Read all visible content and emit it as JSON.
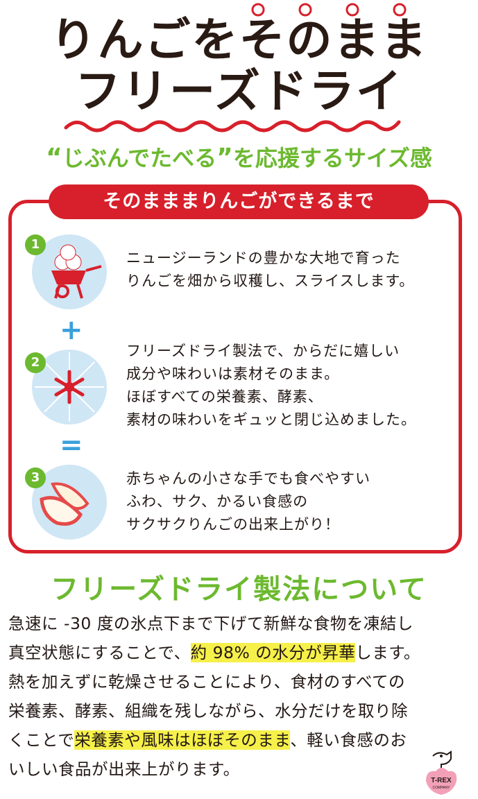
{
  "header": {
    "title_line1": "りんごをそのまま",
    "title_line2": "フリーズドライ",
    "subtitle_q_open": "“",
    "subtitle_a": "じぶんでたべる",
    "subtitle_q_close": "”",
    "subtitle_b": "を応援するサイズ感"
  },
  "process": {
    "banner": "そのまままりんごができるまで",
    "steps": [
      {
        "number": "1",
        "icon": "wheelbarrow-apples-icon",
        "lines": [
          "ニュージーランドの豊かな大地で育った",
          "りんごを畑から収穫し、スライスします。"
        ]
      },
      {
        "number": "2",
        "icon": "snowflake-icon",
        "lines": [
          "フリーズドライ製法で、からだに嬉しい",
          "成分や味わいは素材そのまま。",
          "ほぼすべての栄養素、酵素、",
          "素材の味わいをギュッと閉じ込めました。"
        ]
      },
      {
        "number": "3",
        "icon": "apple-slice-icon",
        "lines": [
          "赤ちゃんの小さな手でも食べやすい",
          "ふわ、サク、かるい食感の",
          "サクサクりんごの出来上がり！"
        ]
      }
    ],
    "plus": "+",
    "equals": "="
  },
  "about": {
    "heading": "フリーズドライ製法について",
    "lines": [
      {
        "parts": [
          {
            "t": "急速に -30 度の氷点下まで下げて新鮮な食物を凍結し"
          }
        ]
      },
      {
        "parts": [
          {
            "t": "真空状態にすることで、"
          },
          {
            "t": "約 98% の水分が昇華",
            "hl": true
          },
          {
            "t": "します。"
          }
        ]
      },
      {
        "parts": [
          {
            "t": "熱を加えずに乾燥させることにより、食材のすべての"
          }
        ]
      },
      {
        "parts": [
          {
            "t": "栄養素、酵素、組織を残しながら、水分だけを取り除"
          }
        ]
      },
      {
        "parts": [
          {
            "t": "くことで"
          },
          {
            "t": "栄養素や風味はほぼそのまま",
            "hl": true
          },
          {
            "t": "、軽い食感のお"
          }
        ]
      },
      {
        "parts": [
          {
            "t": "いしい食品が出来上がります。"
          }
        ]
      }
    ],
    "highlight_color": "#f6f04a"
  },
  "logo": {
    "text_line1": "T-REX",
    "text_line2": "COMPANY"
  },
  "colors": {
    "accent_red": "#d7202b",
    "accent_green": "#6cb92f",
    "accent_blue": "#3aa0dc",
    "circle_bg": "#cfe6f5"
  }
}
